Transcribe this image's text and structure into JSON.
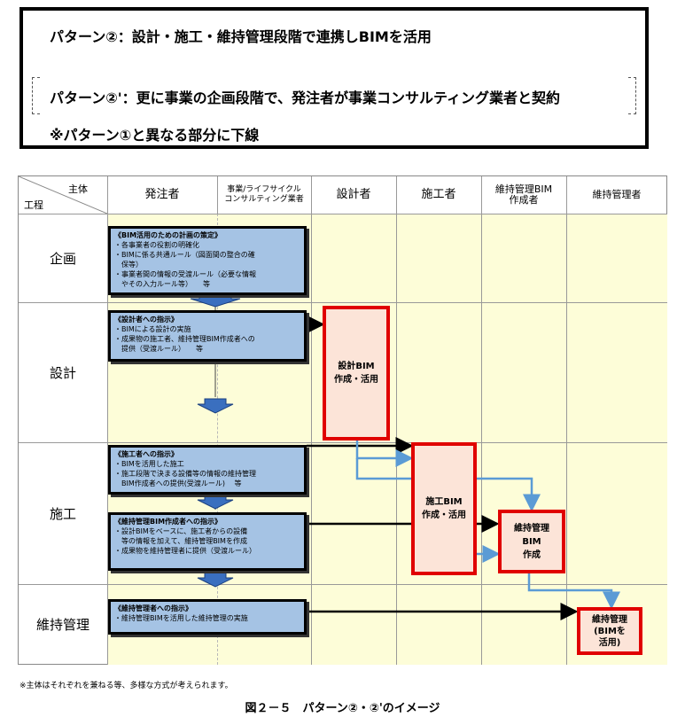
{
  "legend": {
    "line1": "パターン②：設計・施工・維持管理段階で連携しBIMを活用",
    "line2": "パターン②'：更に事業の企画段階で、発注者が事業コンサルティング業者と契約",
    "line3": "※パターン①と異なる部分に下線"
  },
  "table": {
    "corner_subject": "主体",
    "corner_process": "工程",
    "columns": [
      {
        "label": "発注者"
      },
      {
        "label": "事業/ライフサイクル\nコンサルティング業者"
      },
      {
        "label": "設計者"
      },
      {
        "label": "施工者"
      },
      {
        "label": "維持管理BIM\n作成者"
      },
      {
        "label": "維持管理者"
      }
    ],
    "phases": [
      {
        "label": "企画"
      },
      {
        "label": "設計"
      },
      {
        "label": "施工"
      },
      {
        "label": "維持管理"
      }
    ]
  },
  "boxes": {
    "planning": {
      "title": "《BIM活用のための計画の策定》",
      "items": [
        "・各事業者の役割の明確化",
        "・BIMに係る共通ルール（図面間の整合の確",
        "　保等）",
        "・事業者間の情報の受渡ルール（必要な情報",
        "　やその入力ルール等）　　等"
      ]
    },
    "to_designer": {
      "title": "《設計者への指示》",
      "items": [
        "・BIMによる設計の実施",
        "・成果物の施工者、維持管理BIM作成者への",
        "　提供（受渡ルール）　　等"
      ]
    },
    "to_contractor": {
      "title": "《施工者への指示》",
      "items": [
        "・BIMを活用した施工",
        "・施工段階で決まる設備等の情報の維持管理",
        "　BIM作成者への提供(受渡ルール)　 等"
      ]
    },
    "to_fm_bim": {
      "title": "《維持管理BIM作成者への指示》",
      "items": [
        "・設計BIMをベースに、施工者からの設備",
        "　等の情報を加えて、維持管理BIMを作成",
        "・成果物を維持管理者に提供（受渡ルール）"
      ]
    },
    "to_fm": {
      "title": "《維持管理者への指示》",
      "items": [
        "・維持管理BIMを活用した維持管理の実施"
      ]
    },
    "design_bim": "設計BIM\n作成・活用",
    "construction_bim": "施工BIM\n作成・活用",
    "fm_bim": "維持管理\nBIM\n作成",
    "fm_use": "維持管理\n(BIMを\n活用)"
  },
  "footnote": "※主体はそれぞれを兼ねる等、多様な方式が考えられます。",
  "caption": "図２－５　パターン②・②'のイメージ",
  "colors": {
    "blue_box": "#a5c3e4",
    "red_border": "#e00000",
    "red_fill": "#fce4d8",
    "yellow_area": "#fdfdd8",
    "blue_arrow": "#5b9bd5",
    "down_arrow": "#3a6fbf"
  }
}
